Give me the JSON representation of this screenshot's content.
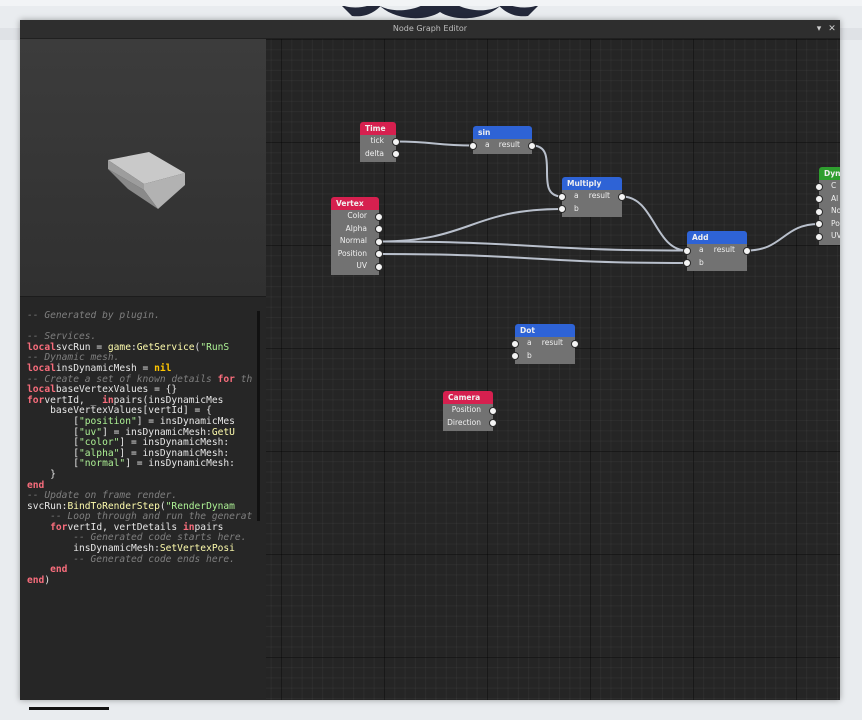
{
  "window": {
    "title": "Node Graph Editor",
    "close_icon": "close-icon",
    "dropdown_icon": "chevron-down-icon"
  },
  "code_lines": [
    [
      [
        "c-com",
        "-- Generated by plugin."
      ]
    ],
    [],
    [
      [
        "c-com",
        "-- Services."
      ]
    ],
    [
      [
        "c-kw",
        "local"
      ],
      [
        "",
        "svcRun = "
      ],
      [
        "c-fn",
        "game"
      ],
      [
        "",
        ":"
      ],
      [
        "c-fn",
        "GetService"
      ],
      [
        "",
        "("
      ],
      [
        "c-str",
        "\"RunS"
      ]
    ],
    [
      [
        "c-com",
        "-- Dynamic mesh."
      ]
    ],
    [
      [
        "c-kw",
        "local"
      ],
      [
        "",
        "insDynamicMesh = "
      ],
      [
        "c-nil",
        "nil"
      ]
    ],
    [
      [
        "c-com",
        "-- Create a set of known details "
      ],
      [
        "c-kw",
        "for"
      ],
      [
        "c-com",
        " th"
      ]
    ],
    [
      [
        "c-kw",
        "local"
      ],
      [
        "",
        "baseVertexValues = {}"
      ]
    ],
    [
      [
        "c-kw",
        "for"
      ],
      [
        "",
        "vertId, _ "
      ],
      [
        "c-kw",
        "in"
      ],
      [
        "",
        "pairs(insDynamicMes"
      ]
    ],
    [
      [
        "",
        "    baseVertexValues[vertId] = {"
      ]
    ],
    [
      [
        "",
        "        ["
      ],
      [
        "c-str",
        "\"position\""
      ],
      [
        "",
        "] = insDynamicMes"
      ]
    ],
    [
      [
        "",
        "        ["
      ],
      [
        "c-str",
        "\"uv\""
      ],
      [
        "",
        "] = insDynamicMesh:"
      ],
      [
        "c-fn",
        "GetU"
      ]
    ],
    [
      [
        "",
        "        ["
      ],
      [
        "c-str",
        "\"color\""
      ],
      [
        "",
        "] = insDynamicMesh:"
      ]
    ],
    [
      [
        "",
        "        ["
      ],
      [
        "c-str",
        "\"alpha\""
      ],
      [
        "",
        "] = insDynamicMesh:"
      ]
    ],
    [
      [
        "",
        "        ["
      ],
      [
        "c-str",
        "\"normal\""
      ],
      [
        "",
        "] = insDynamicMesh:"
      ]
    ],
    [
      [
        "",
        "    }"
      ]
    ],
    [
      [
        "c-kw",
        "end"
      ]
    ],
    [
      [
        "c-com",
        "-- Update on frame render."
      ]
    ],
    [
      [
        "",
        "svcRun:"
      ],
      [
        "c-fn",
        "BindToRenderStep"
      ],
      [
        "",
        "("
      ],
      [
        "c-str",
        "\"RenderDynam"
      ]
    ],
    [
      [
        "c-com",
        "    -- Loop through and run the generat"
      ]
    ],
    [
      [
        "",
        "    "
      ],
      [
        "c-kw",
        "for"
      ],
      [
        "",
        "vertId, vertDetails "
      ],
      [
        "c-kw",
        "in"
      ],
      [
        "",
        "pairs"
      ]
    ],
    [
      [
        "c-com",
        "        -- Generated code starts here."
      ]
    ],
    [
      [
        "",
        "        insDynamicMesh:"
      ],
      [
        "c-fn",
        "SetVertexPosi"
      ]
    ],
    [
      [
        "c-com",
        "        -- Generated code ends here."
      ]
    ],
    [
      [
        "",
        "    "
      ],
      [
        "c-kw",
        "end"
      ]
    ],
    [
      [
        "c-kw",
        "end"
      ],
      [
        "",
        ")"
      ]
    ]
  ],
  "nodes": [
    {
      "id": "time",
      "title": "Time",
      "color": "#d6204f",
      "inputs": [],
      "outputs": [
        "tick",
        "delta"
      ]
    },
    {
      "id": "sin",
      "title": "sin",
      "color": "#2e63d6",
      "inputs": [
        "a"
      ],
      "outputs": [
        "result"
      ]
    },
    {
      "id": "multiply",
      "title": "Multiply",
      "color": "#2e63d6",
      "inputs": [
        "a",
        "b"
      ],
      "outputs": [
        "result"
      ]
    },
    {
      "id": "vertex",
      "title": "Vertex",
      "color": "#d6204f",
      "inputs": [],
      "outputs": [
        "Color",
        "Alpha",
        "Normal",
        "Position",
        "UV"
      ]
    },
    {
      "id": "add",
      "title": "Add",
      "color": "#2e63d6",
      "inputs": [
        "a",
        "b"
      ],
      "outputs": [
        "result"
      ]
    },
    {
      "id": "dyn",
      "title": "Dyn",
      "color": "#2e9e2e",
      "inputs": [
        "C",
        "Al",
        "No",
        "Po",
        "UV"
      ],
      "outputs": []
    },
    {
      "id": "dot",
      "title": "Dot",
      "color": "#2e63d6",
      "inputs": [
        "a",
        "b"
      ],
      "outputs": [
        "result"
      ]
    },
    {
      "id": "camera",
      "title": "Camera",
      "color": "#d6204f",
      "inputs": [],
      "outputs": [
        "Position",
        "Direction"
      ]
    }
  ],
  "links": [
    {
      "from": [
        "time",
        "tick"
      ],
      "to": [
        "sin",
        "a"
      ]
    },
    {
      "from": [
        "sin",
        "result"
      ],
      "to": [
        "multiply",
        "a"
      ]
    },
    {
      "from": [
        "vertex",
        "Normal"
      ],
      "to": [
        "multiply",
        "b"
      ]
    },
    {
      "from": [
        "vertex",
        "Normal"
      ],
      "to": [
        "add",
        "a"
      ]
    },
    {
      "from": [
        "multiply",
        "result"
      ],
      "to": [
        "add",
        "a"
      ]
    },
    {
      "from": [
        "vertex",
        "Position"
      ],
      "to": [
        "add",
        "b"
      ]
    },
    {
      "from": [
        "add",
        "result"
      ],
      "to": [
        "dyn",
        "Po"
      ]
    }
  ]
}
